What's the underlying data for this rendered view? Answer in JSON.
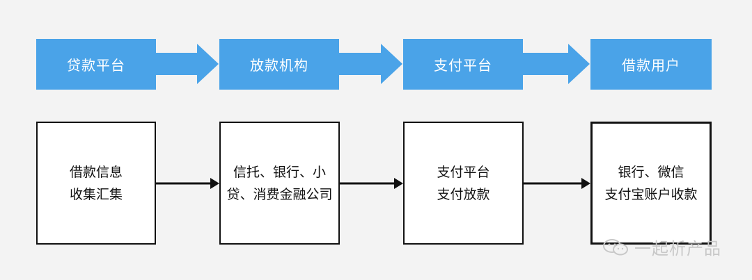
{
  "top_row": [
    {
      "label": "贷款平台"
    },
    {
      "label": "放款机构"
    },
    {
      "label": "支付平台"
    },
    {
      "label": "借款用户"
    }
  ],
  "bottom_row": [
    {
      "lines": [
        "借款信息",
        "收集汇集"
      ]
    },
    {
      "lines": [
        "信托、银行、小",
        "贷、消费金融公司"
      ]
    },
    {
      "lines": [
        "支付平台",
        "支付放款"
      ]
    },
    {
      "lines": [
        "银行、微信",
        "支付宝账户收款"
      ]
    }
  ],
  "watermark": {
    "text": "一起析产品",
    "icon": "wechat-icon"
  },
  "colors": {
    "top_box": "#4aa3e8",
    "background": "#f3f3f3",
    "arrow": "#111111",
    "border": "#111111"
  }
}
